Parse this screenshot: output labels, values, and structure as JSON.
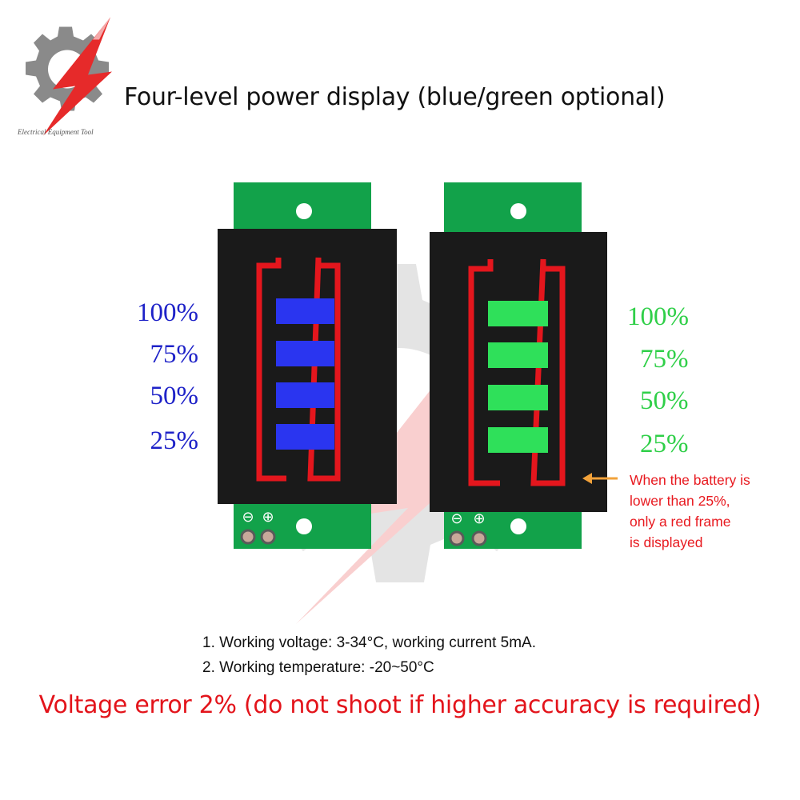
{
  "brand": {
    "name": "Electrical Equipment Tool",
    "logo_icon": "gear-lightning-logo-icon",
    "colors": {
      "gray": "#8a8a8a",
      "red": "#e62a2a"
    }
  },
  "title": "Four-level power display (blue/green optional)",
  "modules": {
    "blue": {
      "variant": "blue",
      "segment_color": "#2a35f0",
      "levels": [
        "100%",
        "75%",
        "50%",
        "25%"
      ],
      "terminal_minus": "⊖",
      "terminal_plus": "⊕"
    },
    "green": {
      "variant": "green",
      "segment_color": "#2fe05a",
      "levels": [
        "100%",
        "75%",
        "50%",
        "25%"
      ],
      "terminal_minus": "⊖",
      "terminal_plus": "⊕"
    }
  },
  "colors": {
    "pcb": "#12a24a",
    "lcd": "#1a1a1a",
    "frame": "#e4161d",
    "blue_text": "#1e22c8",
    "green_text": "#2fcf48",
    "note_text": "#e8191f",
    "arrow": "#f2a23a"
  },
  "note": {
    "lines": [
      "When the battery is",
      "lower than 25%,",
      "only a red frame",
      "is displayed"
    ],
    "arrow_icon": "left-arrow-icon"
  },
  "specs": [
    "1. Working voltage: 3-34°C, working current 5mA.",
    "2. Working temperature: -20~50°C"
  ],
  "warning": "Voltage error 2% (do not shoot if higher accuracy is required)"
}
